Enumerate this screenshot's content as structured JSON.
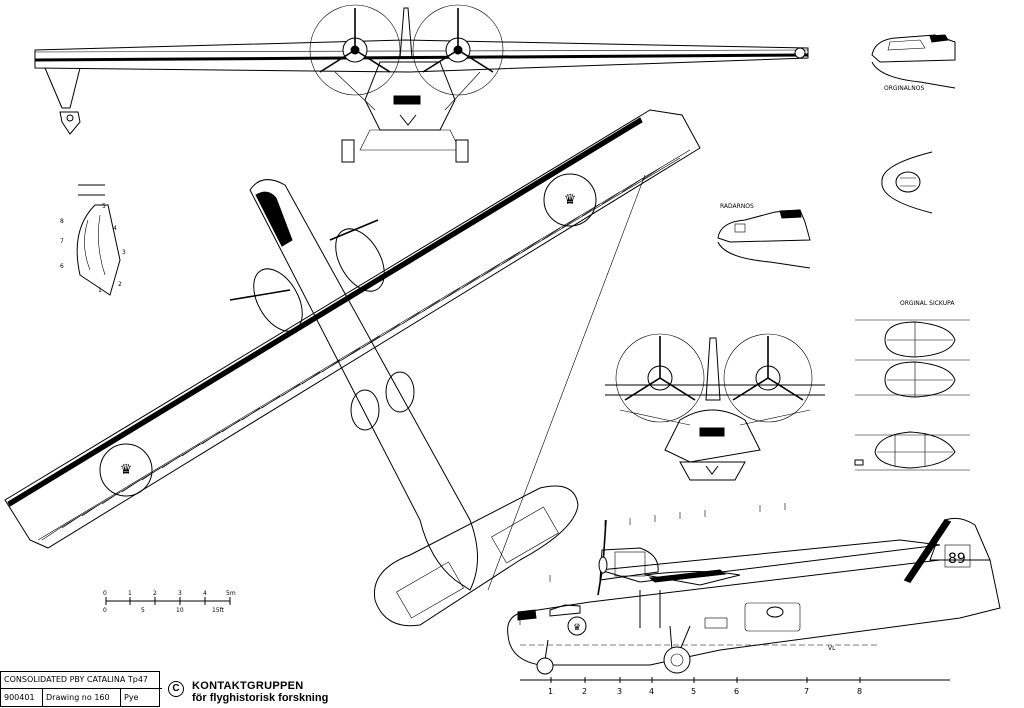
{
  "labels": {
    "original_nose": "ORGINALNOS",
    "radar_nose": "RADARNOS",
    "original_blister": "ORGINAL SICKUPA",
    "fuselage_number": "89",
    "vl": "VL"
  },
  "callouts": [
    "8",
    "7",
    "6",
    "5",
    "4",
    "3",
    "2",
    "1"
  ],
  "scale": {
    "m_ticks": [
      "0",
      "1",
      "2",
      "3",
      "4",
      "5m"
    ],
    "ft_ticks": [
      "0",
      "5",
      "10",
      "15ft"
    ]
  },
  "stations": [
    "1",
    "2",
    "3",
    "4",
    "5",
    "6",
    "7",
    "8"
  ],
  "title_block": {
    "title": "CONSOLIDATED  PBY  CATALINA  Tp47",
    "id": "900401",
    "drawing": "Drawing no 160",
    "drafter": "Pye"
  },
  "publisher": {
    "copyright": "C",
    "name": "KONTAKTGRUPPEN",
    "subtitle": "för flyghistorisk forskning"
  },
  "icons": [
    "swedish-three-crowns-roundel",
    "three-blade-propeller"
  ]
}
